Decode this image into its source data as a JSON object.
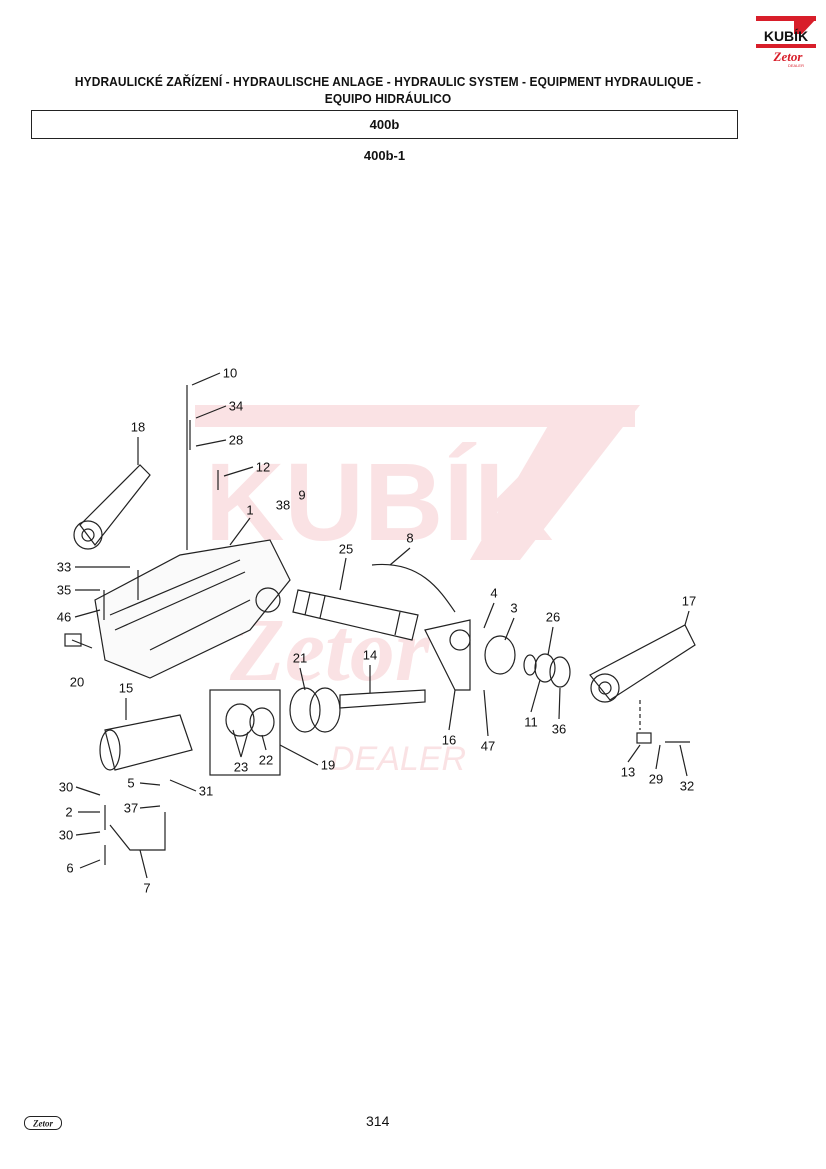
{
  "header": {
    "logo_text": "KUBÍK",
    "logo_sub": "Zetor",
    "logo_dealer": "DEALER",
    "title_line1": "HYDRAULICKÉ ZAŘÍZENÍ - HYDRAULISCHE ANLAGE - HYDRAULIC SYSTEM - EQUIPMENT HYDRAULIQUE -",
    "title_line2": "EQUIPO HIDRÁULICO",
    "section": "400b",
    "subsection": "400b-1"
  },
  "diagram": {
    "watermark": "KUBÍK Zetor DEALER",
    "callouts": [
      "10",
      "34",
      "28",
      "12",
      "18",
      "38",
      "9",
      "1",
      "8",
      "25",
      "33",
      "35",
      "46",
      "20",
      "4",
      "3",
      "26",
      "17",
      "21",
      "14",
      "15",
      "23",
      "22",
      "19",
      "16",
      "47",
      "11",
      "36",
      "13",
      "29",
      "32",
      "30",
      "5",
      "31",
      "2",
      "37",
      "30",
      "6",
      "7"
    ]
  },
  "footer": {
    "logo_text": "Zetor",
    "page_number": "314"
  },
  "colors": {
    "brand_red": "#d81e2a",
    "ink": "#111111"
  }
}
